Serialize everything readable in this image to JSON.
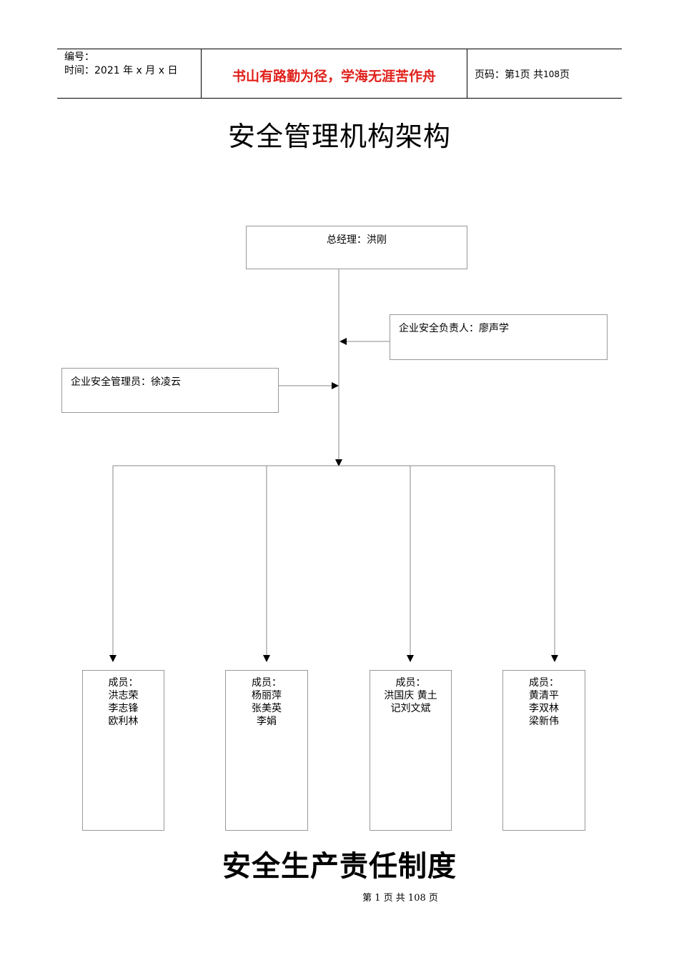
{
  "header": {
    "number_label": "编号：",
    "time_label": "时间：2021 年 x 月 x 日",
    "motto": "书山有路勤为径，学海无涯苦作舟",
    "page_prefix": "页码：第",
    "page_num": "1",
    "page_mid": "页  共",
    "page_total": "108",
    "page_suffix": "页"
  },
  "title": "安全管理机构架构",
  "org": {
    "gm": "总经理：洪刚",
    "safety_head": "企业安全负责人：廖声学",
    "safety_admin": "企业安全管理员：徐凌云",
    "groups": [
      {
        "label": "成员：",
        "names": "洪志荣 李志锋 欧利林"
      },
      {
        "label": "成员：",
        "names": "杨丽萍 张美英 李娟"
      },
      {
        "label": "成员：",
        "names": "洪国庆 黄土记刘文斌"
      },
      {
        "label": "成员：",
        "names": "黄清平 李双林 梁新伟"
      }
    ]
  },
  "section_title": "安全生产责任制度",
  "footer": "第  1  页  共  108  页"
}
